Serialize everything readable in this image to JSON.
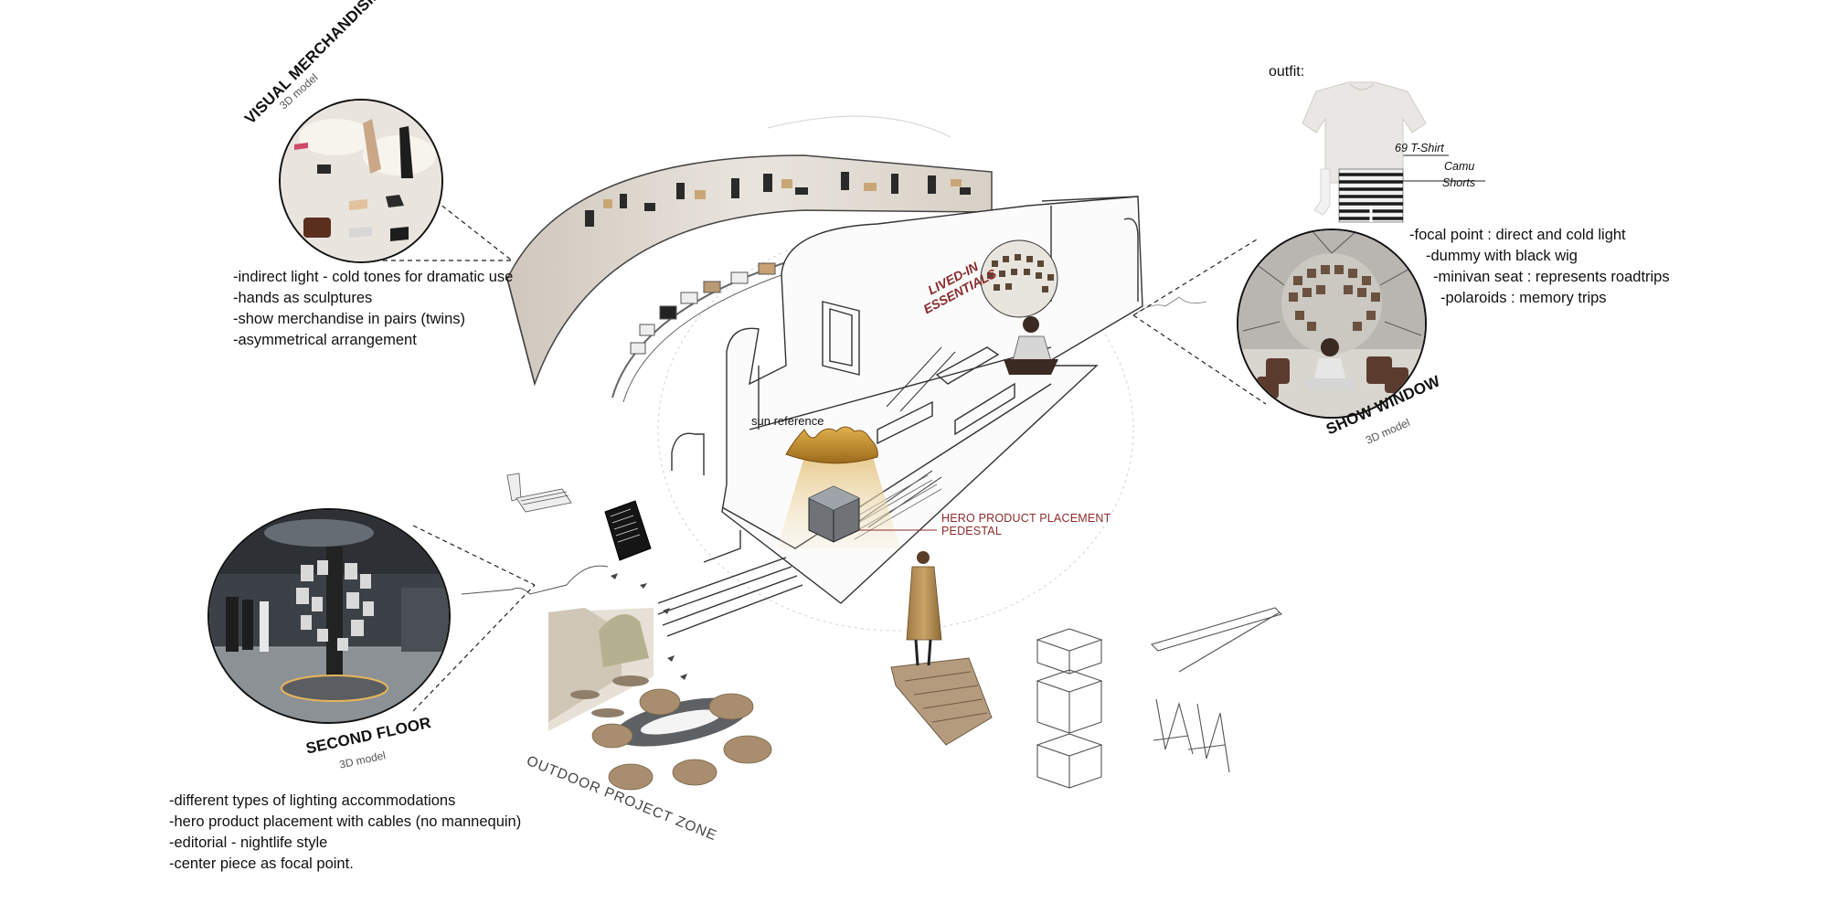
{
  "visual_merchandising": {
    "title": "VISUAL MERCHANDISING",
    "subtitle": "3D model",
    "notes": [
      "-indirect light - cold tones for dramatic use",
      "-hands as sculptures",
      "-show merchandise in pairs (twins)",
      "-asymmetrical arrangement"
    ]
  },
  "show_window": {
    "title": "SHOW WINDOW",
    "subtitle": "3D model",
    "notes": [
      "-focal point : direct and cold light",
      "-dummy with black wig",
      "-minivan seat : represents roadtrips",
      "-polaroids : memory trips"
    ]
  },
  "second_floor": {
    "title": "SECOND FLOOR",
    "subtitle": "3D model",
    "notes": [
      "-different types of lighting accommodations",
      "-hero product placement with cables (no mannequin)",
      "-editorial - nightlife style",
      "-center piece as focal point."
    ]
  },
  "outfit": {
    "label": "outfit:",
    "tshirt_label": "69 T-Shirt",
    "shorts_label_1": "Camu",
    "shorts_label_2": "Shorts"
  },
  "plan_labels": {
    "lived_in_1": "LIVED-IN",
    "lived_in_2": "ESSENTIALS",
    "sun_reference": "sun reference",
    "hero_1": "HERO PRODUCT PLACEMENT",
    "hero_2": "PEDESTAL",
    "outdoor_zone": "OUTDOOR PROJECT ZONE"
  },
  "colors": {
    "accent": "#8b2a2a",
    "line": "#2a2a2a",
    "gold": "#c8962e"
  }
}
